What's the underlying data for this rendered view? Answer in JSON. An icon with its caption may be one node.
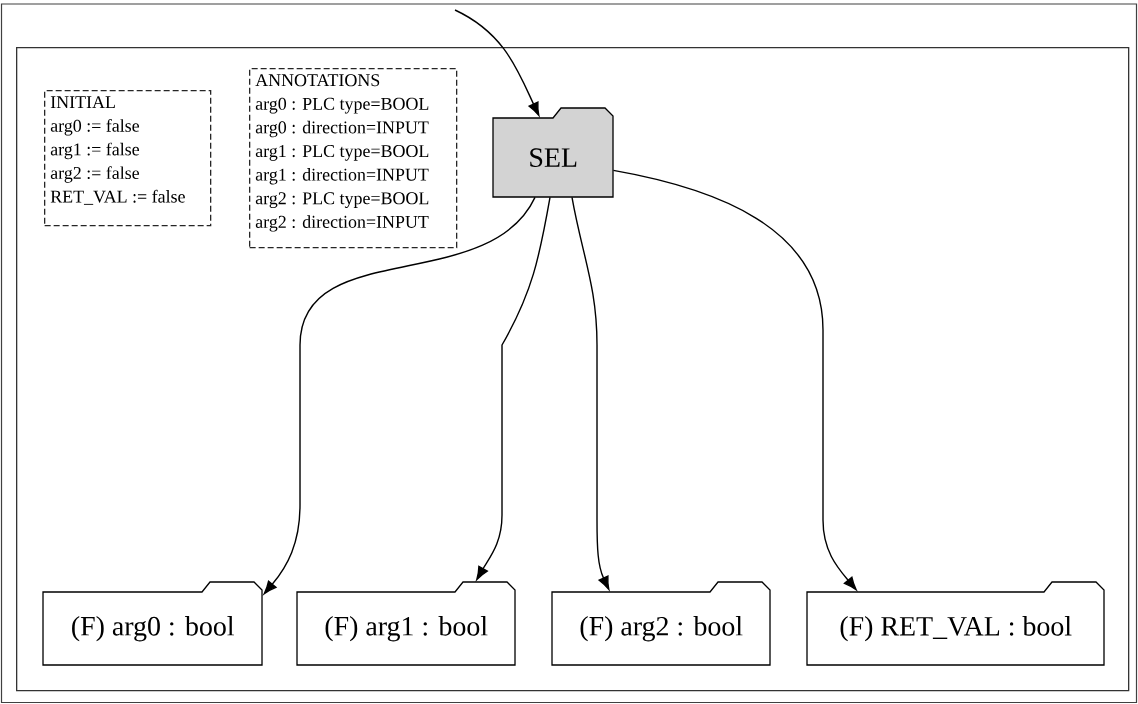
{
  "diagram": {
    "nodes": [
      {
        "text": [],
        "shape": "box"
      },
      {
        "text": [
          "INITIAL",
          "arg0 := false",
          "arg1 := false",
          "arg2 := false",
          "RET_VAL := false"
        ],
        "in": 0
      },
      {
        "text": [
          "ANNOTATIONS",
          "arg0 : PLC type=BOOL",
          "arg0 : direction=INPUT",
          "arg1 : PLC type=BOOL",
          "arg1 : direction=INPUT",
          "arg2 : PLC type=BOOL",
          "arg2 : direction=INPUT"
        ],
        "in": 0
      },
      {
        "text": [
          "SEL"
        ],
        "in": 0
      },
      {
        "text": [
          "(F) arg0 : bool"
        ],
        "in": 0
      },
      {
        "text": [
          "(F) arg1 : bool"
        ],
        "in": 0
      },
      {
        "text": [
          "(F) arg2 : bool"
        ],
        "in": 0
      },
      {
        "text": [
          "(F) RET_VAL : bool"
        ],
        "in": 0
      }
    ],
    "edges": [
      {
        "from": null,
        "to": 3,
        "arrow": "to"
      },
      {
        "from": 3,
        "to": 4,
        "arrow": "to"
      },
      {
        "from": 3,
        "to": 5,
        "arrow": "to"
      },
      {
        "from": 3,
        "to": 6,
        "arrow": "to"
      },
      {
        "from": 3,
        "to": 7,
        "arrow": "to"
      }
    ]
  }
}
